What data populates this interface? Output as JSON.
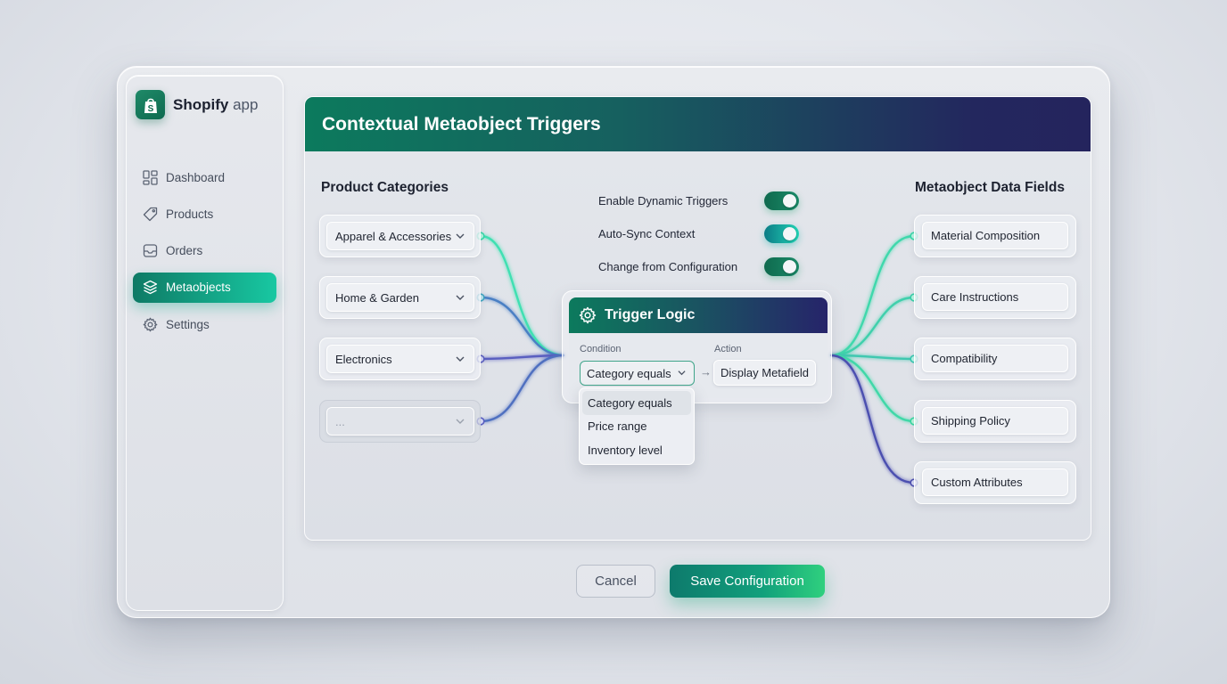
{
  "app": {
    "brand_bold": "Shopify",
    "brand_light": " app",
    "logo_icon": "shopify-bag-icon"
  },
  "sidebar": {
    "items": [
      {
        "label": "Dashboard",
        "icon": "dashboard-grid-icon",
        "active": false
      },
      {
        "label": "Products",
        "icon": "tag-icon",
        "active": false
      },
      {
        "label": "Orders",
        "icon": "inbox-tray-icon",
        "active": false
      },
      {
        "label": "Metaobjects",
        "icon": "layers-icon",
        "active": true
      },
      {
        "label": "Settings",
        "icon": "gear-icon",
        "active": false
      }
    ]
  },
  "panel": {
    "title": "Contextual Metaobject Triggers",
    "header_gradient": [
      "#0c7a5d",
      "#24245d"
    ]
  },
  "categories": {
    "title": "Product Categories",
    "items": [
      {
        "label": "Apparel & Accessories"
      },
      {
        "label": "Home & Garden"
      },
      {
        "label": "Electronics"
      },
      {
        "label": "...",
        "placeholder": true
      }
    ]
  },
  "toggles": [
    {
      "label": "Enable Dynamic Triggers",
      "on": true
    },
    {
      "label": "Auto-Sync Context",
      "on": true
    },
    {
      "label": "Change from Configuration",
      "on": true
    }
  ],
  "trigger_logic": {
    "title": "Trigger Logic",
    "condition_label": "Condition",
    "condition_value": "Category equals",
    "arrow": "→",
    "action_label": "Action",
    "action_value": "Display Metafield",
    "dropdown_options": [
      "Category equals",
      "Price range",
      "Inventory level"
    ],
    "dropdown_highlighted": "Category equals"
  },
  "fields": {
    "title": "Metaobject Data Fields",
    "items": [
      {
        "label": "Material Composition"
      },
      {
        "label": "Care Instructions"
      },
      {
        "label": "Compatibility"
      },
      {
        "label": "Shipping Policy"
      },
      {
        "label": "Custom Attributes"
      }
    ]
  },
  "footer": {
    "cancel_label": "Cancel",
    "save_label": "Save Configuration"
  },
  "colors": {
    "accent_green": "#12a07c",
    "accent_teal": "#18c8a2",
    "accent_navy": "#24245d",
    "connector_green": "#3ee0b0",
    "connector_indigo": "#5a5fc0"
  }
}
